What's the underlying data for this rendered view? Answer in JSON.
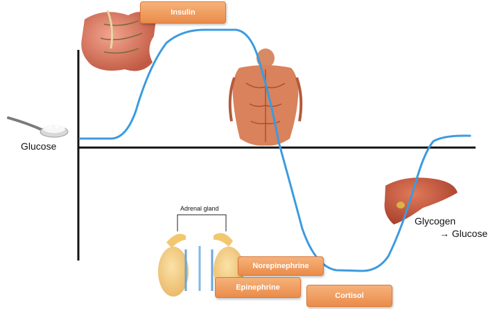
{
  "labels": {
    "glucose": "Glucose",
    "glycogen_line1": "Glycogen",
    "glycogen_line2": "→ Glucose",
    "adrenal_gland": "Adrenal gland"
  },
  "hormones": {
    "insulin": "Insulin",
    "norepinephrine": "Norepinephrine",
    "epinephrine": "Epinephrine",
    "cortisol": "Cortisol"
  },
  "colors": {
    "curve": "#3a9be0",
    "axis": "#111111",
    "hormone_box": "#ee9a5c",
    "organ": "#d2684e"
  },
  "icons": [
    "pancreas-icon",
    "muscle-torso-icon",
    "spoon-of-sugar-icon",
    "liver-icon",
    "adrenal-kidney-icon"
  ]
}
